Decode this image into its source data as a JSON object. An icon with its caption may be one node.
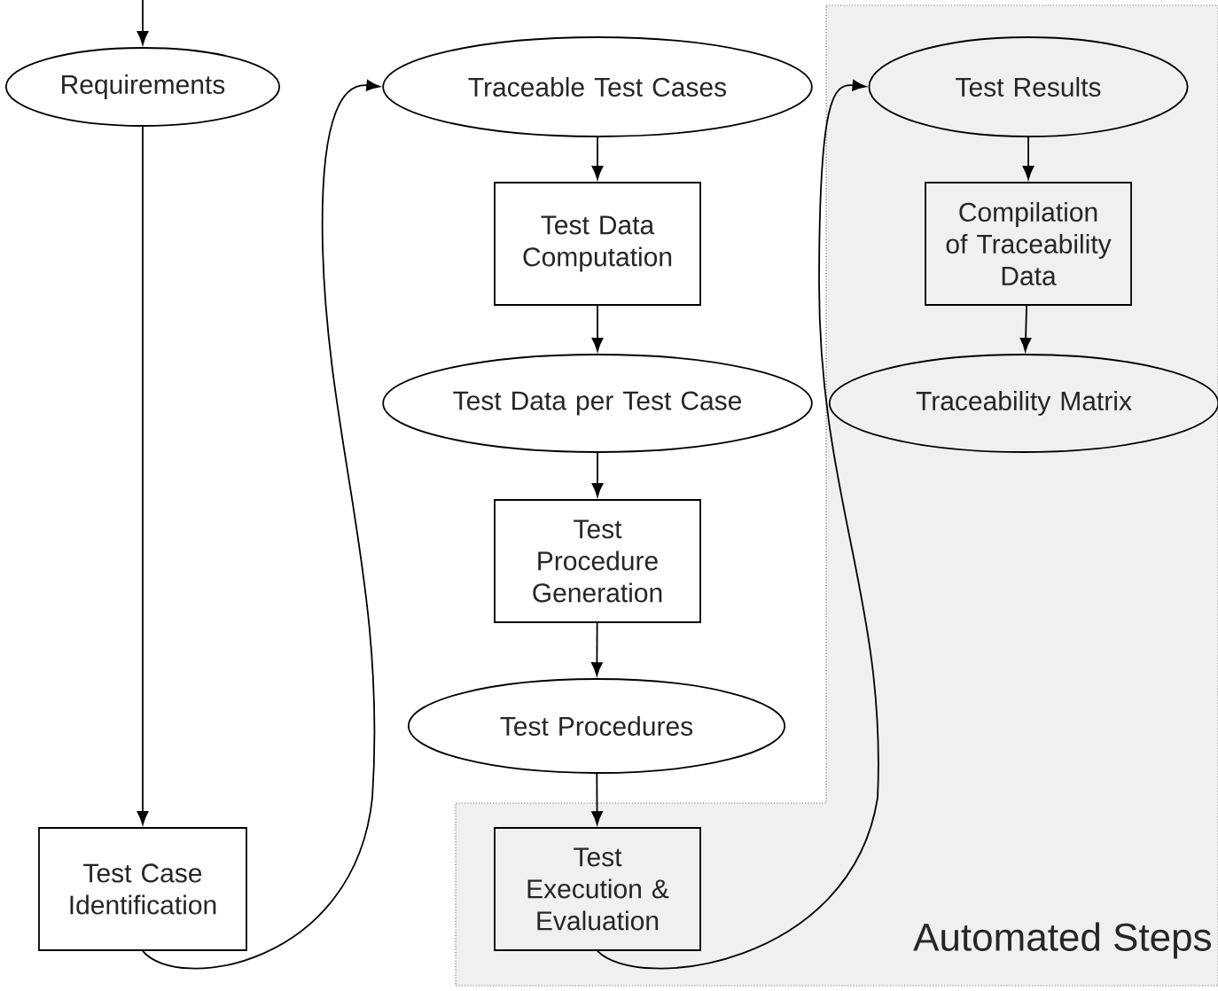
{
  "diagram": {
    "nodes": [
      {
        "text": [
          "Automated Steps"
        ]
      },
      {
        "text": [
          "Requirements"
        ]
      },
      {
        "text": [
          "Traceable Test Cases"
        ]
      },
      {
        "text": [
          "Test Results"
        ],
        "in": 0
      },
      {
        "text": [
          "Test Data Computation"
        ]
      },
      {
        "text": [
          "Compilation of Traceability Data"
        ],
        "in": 0
      },
      {
        "text": [
          "Test Data per Test Case"
        ]
      },
      {
        "text": [
          "Traceability Matrix"
        ],
        "in": 0
      },
      {
        "text": [
          "Test Procedure Generation"
        ]
      },
      {
        "text": [
          "Test Procedures"
        ]
      },
      {
        "text": [
          "Test Case Identification"
        ]
      },
      {
        "text": [
          "Test Execution & Evaluation"
        ],
        "in": 0
      }
    ],
    "edges": [
      {
        "from": null,
        "to": 1,
        "arrow": "to"
      },
      {
        "from": 1,
        "to": 10,
        "arrow": "to"
      },
      {
        "from": 10,
        "to": 2,
        "arrow": "to"
      },
      {
        "from": 2,
        "to": 4,
        "arrow": "to"
      },
      {
        "from": 4,
        "to": 6,
        "arrow": "to"
      },
      {
        "from": 6,
        "to": 8,
        "arrow": "to"
      },
      {
        "from": 8,
        "to": 9,
        "arrow": "to"
      },
      {
        "from": 9,
        "to": 11,
        "arrow": "to"
      },
      {
        "from": 11,
        "to": 3,
        "arrow": "to"
      },
      {
        "from": 3,
        "to": 5,
        "arrow": "to"
      },
      {
        "from": 5,
        "to": 7,
        "arrow": "to"
      }
    ]
  }
}
